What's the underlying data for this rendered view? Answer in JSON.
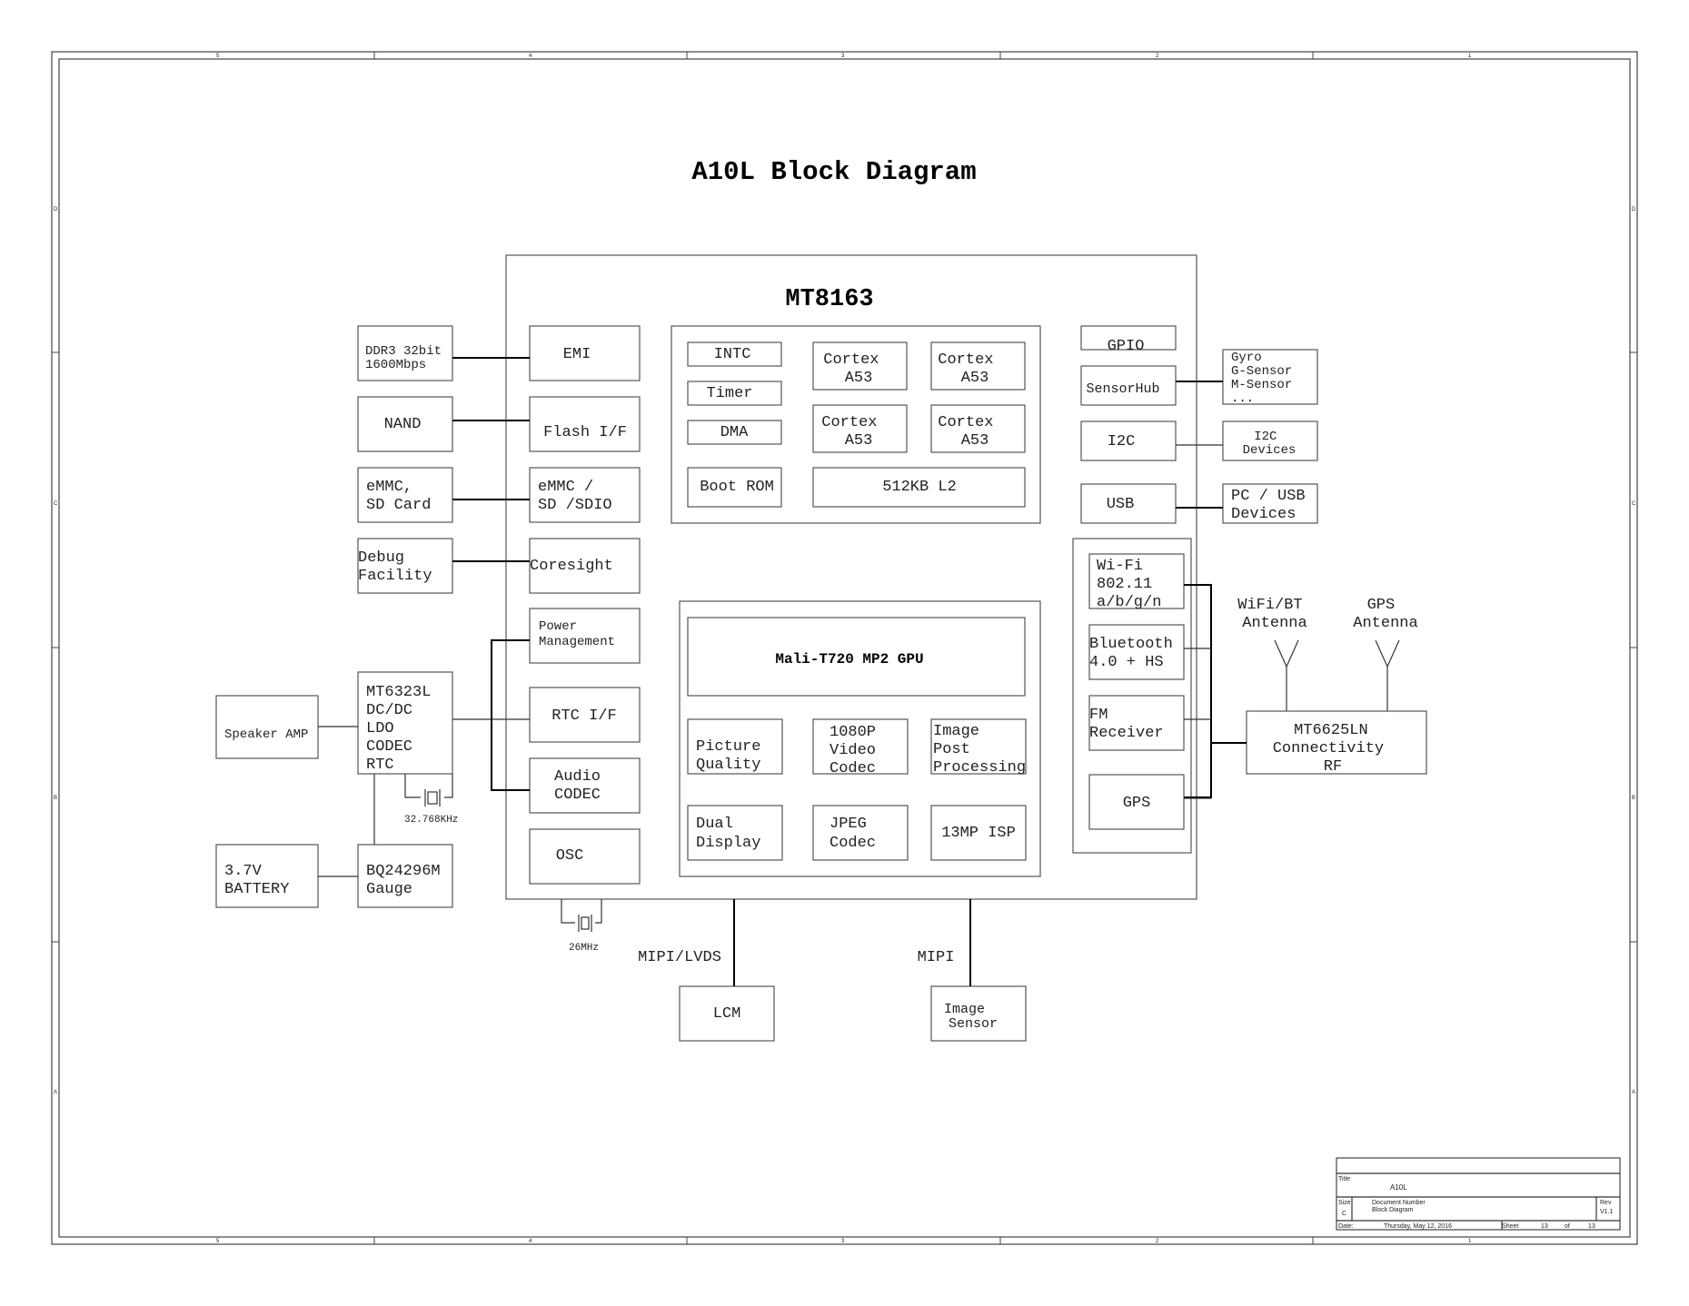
{
  "title": "A10L Block Diagram",
  "soc": {
    "name": "MT8163",
    "left_blocks": {
      "emi": "EMI",
      "flash": "Flash I/F",
      "emmc": [
        "eMMC /",
        "SD /SDIO"
      ],
      "coresight": "Coresight",
      "power": [
        "Power",
        "Management"
      ],
      "rtc": "RTC I/F",
      "audio": [
        "Audio",
        "CODEC"
      ],
      "osc": "OSC"
    },
    "cpu": {
      "intc": "INTC",
      "timer": "Timer",
      "dma": "DMA",
      "bootrom": "Boot ROM",
      "core1": [
        "Cortex",
        "A53"
      ],
      "core2": [
        "Cortex",
        "A53"
      ],
      "core3": [
        "Cortex",
        "A53"
      ],
      "core4": [
        "Cortex",
        "A53"
      ],
      "l2": "512KB L2"
    },
    "gpu": {
      "name": "Mali-T720 MP2 GPU",
      "picture": [
        "Picture",
        "Quality"
      ],
      "video": [
        "1080P",
        "Video",
        "Codec"
      ],
      "imagepost": [
        "Image",
        "Post",
        "Processing"
      ],
      "dual": [
        "Dual",
        "Display"
      ],
      "jpeg": [
        "JPEG",
        "Codec"
      ],
      "isp": "13MP ISP"
    },
    "right_blocks": {
      "gpio": "GPIO",
      "sensorhub": "SensorHub",
      "i2c": "I2C",
      "usb": "USB"
    },
    "connectivity": {
      "wifi": [
        "Wi-Fi",
        "802.11",
        "a/b/g/n"
      ],
      "bt": [
        "Bluetooth",
        "4.0 + HS"
      ],
      "fm": [
        "FM",
        "Receiver"
      ],
      "gps": "GPS"
    }
  },
  "external": {
    "ddr": [
      "DDR3 32bit",
      "1600Mbps"
    ],
    "nand": "NAND",
    "emmc_card": [
      "eMMC,",
      "SD Card"
    ],
    "debug": [
      "Debug",
      "Facility"
    ],
    "pmic": [
      "MT6323L",
      "DC/DC",
      "LDO",
      "CODEC",
      "RTC"
    ],
    "speaker": "Speaker AMP",
    "battery": [
      "3.7V",
      "BATTERY"
    ],
    "gauge": [
      "BQ24296M",
      "Gauge"
    ],
    "xtal_rtc": "32.768KHz",
    "xtal_osc": "26MHz",
    "sensors": [
      "Gyro",
      "G-Sensor",
      "M-Sensor",
      "..."
    ],
    "i2c_devices": [
      "I2C",
      "Devices"
    ],
    "pc_usb": [
      "PC / USB",
      "Devices"
    ],
    "wifi_antenna": [
      "WiFi/BT",
      "Antenna"
    ],
    "gps_antenna": [
      "GPS",
      "Antenna"
    ],
    "conn_rf": [
      "MT6625LN",
      "Connectivity",
      "RF"
    ],
    "mipi_lvds": "MIPI/LVDS",
    "mipi": "MIPI",
    "lcm": "LCM",
    "image_sensor": [
      "Image",
      "Sensor"
    ]
  },
  "border": {
    "cols": [
      "5",
      "4",
      "3",
      "2",
      "1"
    ],
    "rows": [
      "D",
      "C",
      "B",
      "A"
    ]
  },
  "title_block": {
    "title_label": "Title",
    "title_value": "A10L",
    "size_label": "Size",
    "size_value": "C",
    "docnum_label": "Document Number",
    "docnum_value": "Block Diagram",
    "rev_label": "Rev",
    "rev_value": "V1.1",
    "date_label": "Date:",
    "date_value": "Thursday, May 12, 2016",
    "sheet_label": "Sheet",
    "sheet_value": "13",
    "of_label": "of",
    "of_value": "13"
  }
}
